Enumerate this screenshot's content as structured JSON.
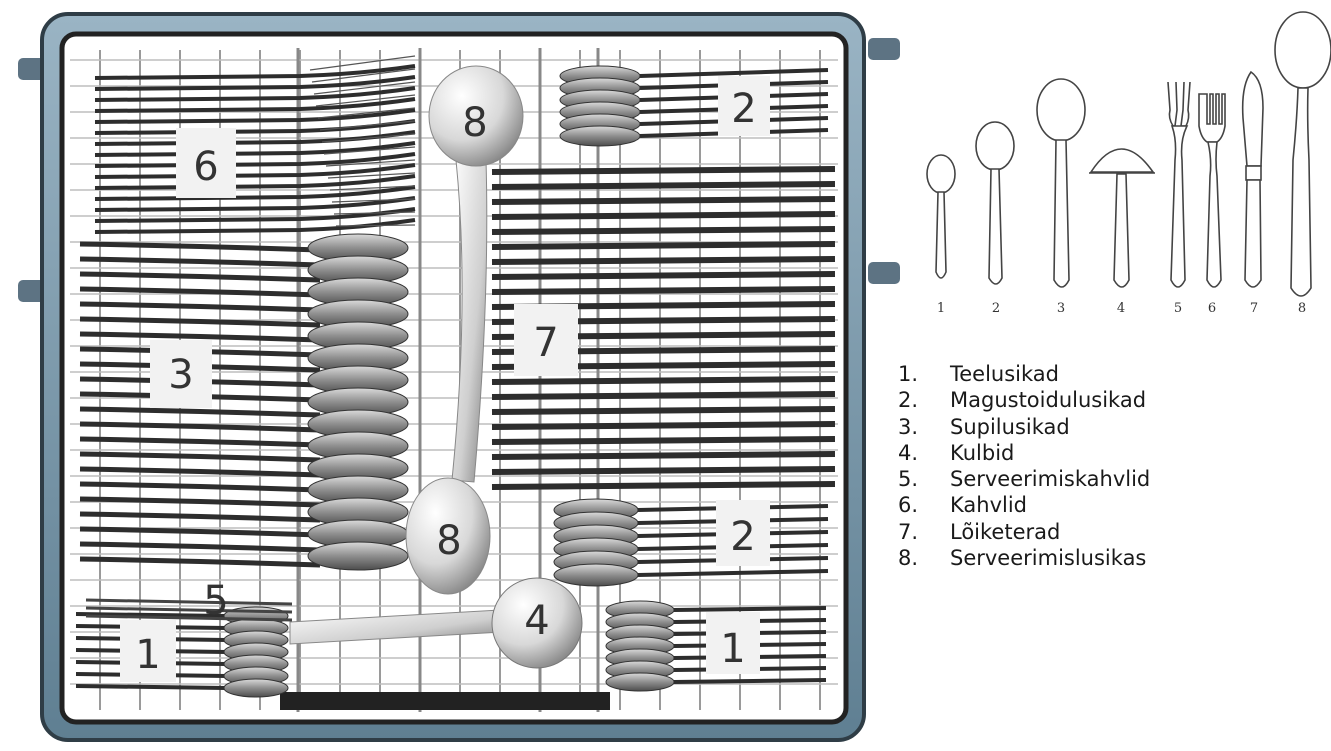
{
  "tray": {
    "zones": [
      {
        "id": "6",
        "label": "6"
      },
      {
        "id": "8-top",
        "label": "8"
      },
      {
        "id": "2-top",
        "label": "2"
      },
      {
        "id": "7",
        "label": "7"
      },
      {
        "id": "3",
        "label": "3"
      },
      {
        "id": "8-bottom",
        "label": "8"
      },
      {
        "id": "2-bottom",
        "label": "2"
      },
      {
        "id": "5",
        "label": "5"
      },
      {
        "id": "4",
        "label": "4"
      },
      {
        "id": "1-left",
        "label": "1"
      },
      {
        "id": "1-right",
        "label": "1"
      }
    ]
  },
  "icons": {
    "labels": [
      "1",
      "2",
      "3",
      "4",
      "5",
      "6",
      "7",
      "8"
    ]
  },
  "legend": {
    "items": [
      {
        "num": "1.",
        "text": "Teelusikad"
      },
      {
        "num": "2.",
        "text": "Magustoidulusikad"
      },
      {
        "num": "3.",
        "text": "Supilusikad"
      },
      {
        "num": "4.",
        "text": "Kulbid"
      },
      {
        "num": "5.",
        "text": "Serveerimiskahvlid"
      },
      {
        "num": "6.",
        "text": "Kahvlid"
      },
      {
        "num": "7.",
        "text": "Lõiketerad"
      },
      {
        "num": "8.",
        "text": "Serveerimislusikas"
      }
    ]
  },
  "colors": {
    "frame": "#7a9bae",
    "frame_dark": "#3d4e58",
    "tine": "#2d2d2d",
    "metal_light": "#e8e8e8",
    "metal_dark": "#6f6f6f"
  }
}
